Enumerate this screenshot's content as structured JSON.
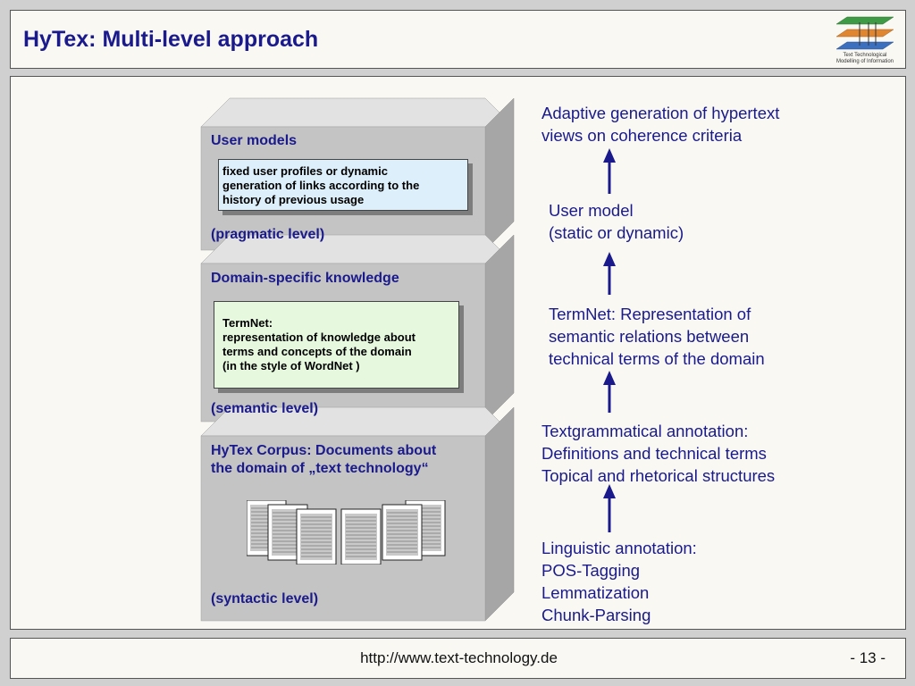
{
  "header": {
    "title": "HyTex: Multi-level approach",
    "logo": {
      "line1": "Text Technological",
      "line2": "Modelling of Information",
      "colors": [
        "#3f9a46",
        "#e08530",
        "#3d6fbf"
      ]
    }
  },
  "stack": {
    "colors": {
      "front": "#c4c4c4",
      "top": "#e2e2e2",
      "side": "#a6a6a6"
    },
    "layers": [
      {
        "heading": "User models",
        "note": [
          "fixed user profiles or dynamic",
          "generation of links according to the",
          "history of previous usage"
        ],
        "level": "(pragmatic level)"
      },
      {
        "heading": "Domain-specific knowledge",
        "note": [
          "TermNet:",
          "representation of knowledge about",
          "terms and concepts of the domain",
          "(in the style of WordNet )"
        ],
        "level": "(semantic level)"
      },
      {
        "heading_lines": [
          "HyTex Corpus: Documents about",
          "the domain of „text technology“"
        ],
        "level": "(syntactic level)"
      }
    ]
  },
  "right": {
    "color": "#1a1a8c",
    "blocks": [
      {
        "lines": [
          "Adaptive generation of hypertext",
          "views on coherence criteria"
        ]
      },
      {
        "lines": [
          "User model",
          "(static or dynamic)"
        ]
      },
      {
        "lines": [
          "TermNet: Representation of",
          "semantic relations between",
          "technical terms of the domain"
        ]
      },
      {
        "lines": [
          "Textgrammatical annotation:",
          "Definitions and technical terms",
          "Topical and rhetorical structures"
        ]
      },
      {
        "lines": [
          "Linguistic annotation:",
          "POS-Tagging",
          "Lemmatization",
          "Chunk-Parsing"
        ]
      }
    ]
  },
  "footer": {
    "url": "http://www.text-technology.de",
    "page": "- 13 -"
  }
}
